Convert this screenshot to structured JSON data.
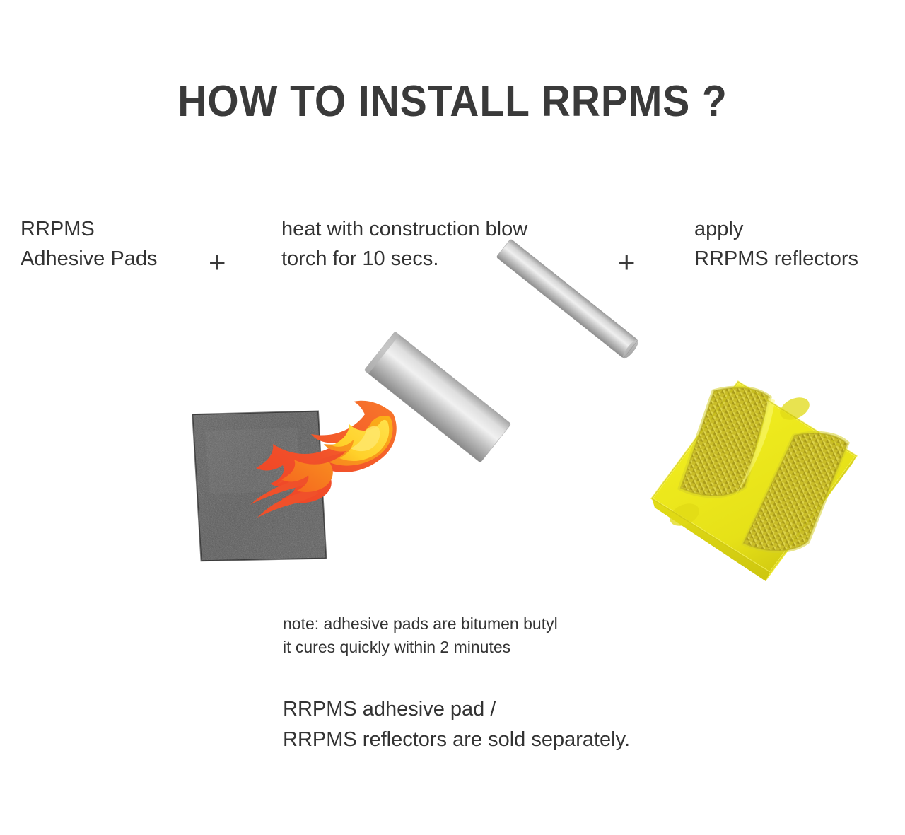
{
  "page": {
    "background": "#ffffff",
    "text_color": "#333333",
    "title_color": "#3a3a3a"
  },
  "header": {
    "title": "HOW TO INSTALL RRPMS ?"
  },
  "steps": [
    {
      "id": "adhesive-pads",
      "caption": "RRPMS\nAdhesive Pads",
      "connector": "+"
    },
    {
      "id": "blow-torch",
      "caption": "heat with construction blow\ntorch for 10 secs.",
      "connector": "+"
    },
    {
      "id": "apply-reflectors",
      "caption": "apply\nRRPMS reflectors",
      "connector": ""
    }
  ],
  "connectors": {
    "first": "+",
    "second": "+"
  },
  "notes": {
    "note": "note: adhesive pads are bitumen butyl\nit cures quickly within 2 minutes",
    "footer": "RRPMS adhesive pad /\nRRPMS reflectors are sold separately."
  },
  "illustration": {
    "adhesive_pad": {
      "name": "bitumen-adhesive-pad",
      "color_dark": "#2d2d2d",
      "color_light": "#4a4a4a"
    },
    "blow_torch": {
      "name": "construction-blow-torch",
      "metal_light": "#ededed",
      "metal_mid": "#c9c9c9",
      "metal_dark": "#8f8f8f"
    },
    "flame": {
      "name": "torch-flame",
      "outer": "#f0502a",
      "mid": "#f8861f",
      "core": "#ffd52e"
    },
    "reflector": {
      "name": "yellow-rrpms-reflector",
      "body": "#f0ec20",
      "body_light": "#f7f44a",
      "body_dark": "#d8d117",
      "lens": "#c9bd28",
      "lens_dark": "#a89c1c"
    }
  }
}
